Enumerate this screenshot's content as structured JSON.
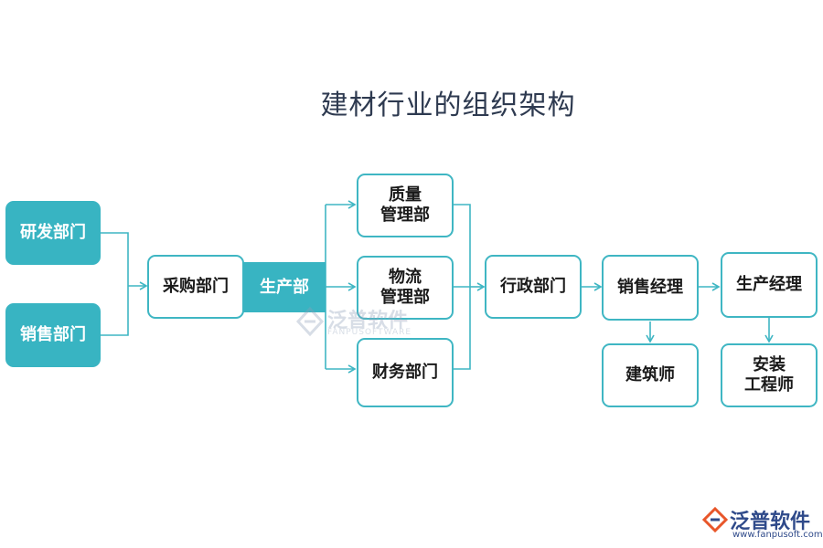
{
  "title": "建材行业的组织架构",
  "nodes": {
    "rd": "研发部门",
    "sales_dept": "销售部门",
    "purchase": "采购部门",
    "production": "生产部",
    "quality": "质量\n管理部",
    "logistics": "物流\n管理部",
    "finance": "财务部门",
    "admin": "行政部门",
    "sales_manager": "销售经理",
    "production_manager": "生产经理",
    "architect": "建筑师",
    "install_engineer": "安装\n工程师"
  },
  "watermark": {
    "text": "泛普软件",
    "subtext": "FANPUSOFTWARE"
  },
  "logo": {
    "text": "泛普软件",
    "url": "www.fanpusoft.com"
  },
  "colors": {
    "accent": "#38b4c2",
    "line": "#3fb6c3",
    "title": "#2e3a50"
  }
}
